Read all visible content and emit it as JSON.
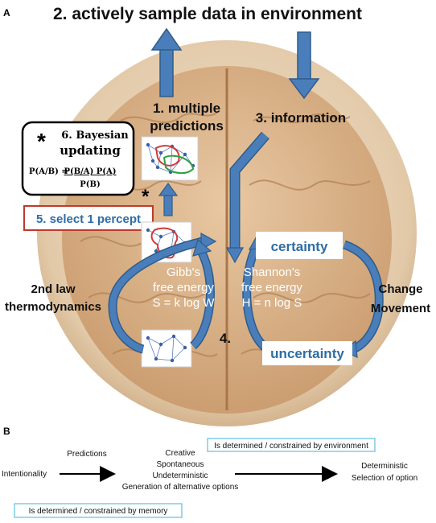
{
  "panel_a": {
    "label": "A",
    "top_title": "2. actively sample data in environment",
    "step1_line1": "1. multiple",
    "step1_line2": "predictions",
    "step3": "3. information",
    "step4": "4.",
    "step5": "5. select 1 percept",
    "asterisk": "*",
    "bayes": {
      "asterisk": "*",
      "title_line1": "6. Bayesian",
      "title_line2": "updating",
      "formula_lhs": "P(A/B) =",
      "formula_num": "P(B/A) P(A)",
      "formula_den": "P(B)"
    },
    "gibbs": {
      "line1": "Gibb's",
      "line2": "free energy",
      "line3": "S = k log W"
    },
    "shannon": {
      "line1": "Shannon's",
      "line2": "free energy",
      "line3": "H = n log S"
    },
    "certainty": "certainty",
    "uncertainty": "uncertainty",
    "left_label_line1": "2nd law",
    "left_label_line2": "thermodynamics",
    "right_label_line1": "Change",
    "right_label_line2": "Movement",
    "colors": {
      "arrow": "#4a7ebb",
      "arrow_dark": "#2e5c8a",
      "brain": "#d9b48f",
      "skull": "#ead7bf",
      "red_box": "#c0392b",
      "blue_text": "#2e6da4"
    }
  },
  "panel_b": {
    "label": "B",
    "intentionality": "Intentionality",
    "predictions": "Predictions",
    "middle_line1": "Creative",
    "middle_line2": "Spontaneous",
    "middle_line3": "Undeterministic",
    "middle_line4": "Generation of alternative options",
    "env_box": "Is determined / constrained by environment",
    "memory_box": "Is determined / constrained by memory",
    "right_line1": "Deterministic",
    "right_line2": "Selection of option"
  }
}
